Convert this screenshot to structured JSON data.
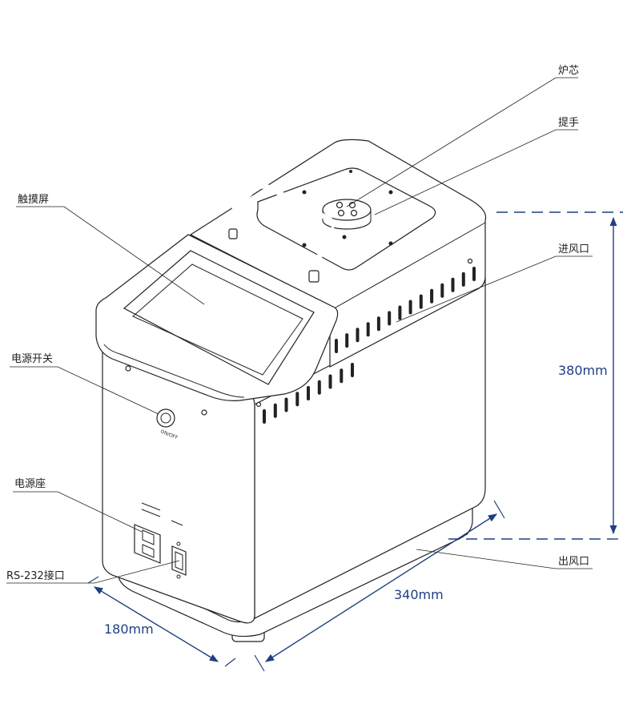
{
  "labels": {
    "furnace_core": "炉芯",
    "handle": "提手",
    "touchscreen": "触摸屏",
    "air_inlet": "进风口",
    "power_switch": "电源开关",
    "power_socket": "电源座",
    "rs232": "RS-232接口",
    "air_outlet": "出风口"
  },
  "dimensions": {
    "height": "380mm",
    "length": "340mm",
    "width": "180mm"
  },
  "device_text": {
    "on_off": "ON/OFF"
  },
  "colors": {
    "dimension": "#1f3f82",
    "outline": "#222222"
  }
}
